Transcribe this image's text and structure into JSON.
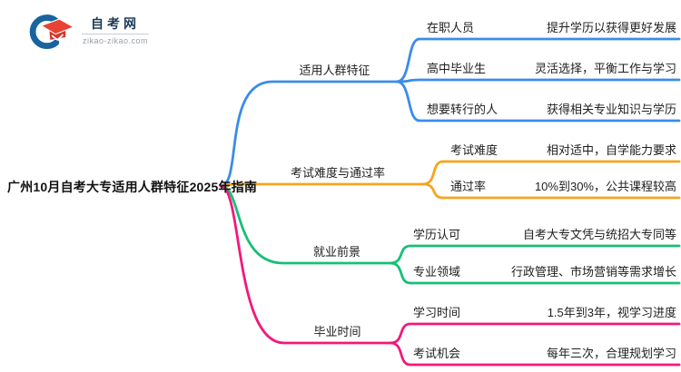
{
  "logo": {
    "site_name": "自考网",
    "site_url": "zikao-zikao.com"
  },
  "root": {
    "label": "广州10月自考大专适用人群特征2025年指南"
  },
  "branches": [
    {
      "label": "适用人群特征",
      "color": "#3a8cea",
      "children": [
        {
          "label": "在职人员",
          "value": "提升学历以获得更好发展"
        },
        {
          "label": "高中毕业生",
          "value": "灵活选择，平衡工作与学习"
        },
        {
          "label": "想要转行的人",
          "value": "获得相关专业知识与学历"
        }
      ]
    },
    {
      "label": "考试难度与通过率",
      "color": "#f5a51d",
      "children": [
        {
          "label": "考试难度",
          "value": "相对适中，自学能力要求"
        },
        {
          "label": "通过率",
          "value": "10%到30%，公共课程较高"
        }
      ]
    },
    {
      "label": "就业前景",
      "color": "#16c076",
      "children": [
        {
          "label": "学历认可",
          "value": "自考大专文凭与统招大专同等"
        },
        {
          "label": "专业领域",
          "value": "行政管理、市场营销等需求增长"
        }
      ]
    },
    {
      "label": "毕业时间",
      "color": "#f3187b",
      "children": [
        {
          "label": "学习时间",
          "value": "1.5年到3年，视学习进度"
        },
        {
          "label": "考试机会",
          "value": "每年三次，合理规划学习"
        }
      ]
    }
  ]
}
